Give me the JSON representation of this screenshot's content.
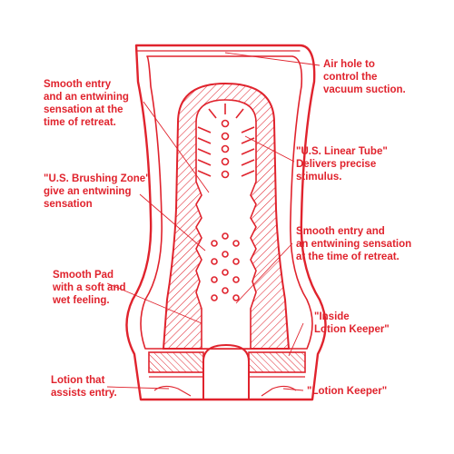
{
  "colors": {
    "ink": "#e0232d",
    "background": "#ffffff"
  },
  "labels": {
    "air_hole": "Air hole to\ncontrol the\nvacuum suction.",
    "smooth_entry_top": "Smooth entry\nand an entwining\nsensation at the\ntime of retreat.",
    "linear_tube": "\"U.S. Linear Tube\"\nDelivers precise\nstimulus.",
    "brushing_zone": "\"U.S. Brushing Zone\"\ngive an entwining\nsensation",
    "smooth_entry_right": "Smooth entry and\nan entwining sensation\nat the time of retreat.",
    "smooth_pad": "Smooth Pad\nwith a soft and\nwet feeling.",
    "inside_lotion_keeper": "\"Inside\nLotion Keeper\"",
    "lotion_assist": "Lotion that\nassists entry.",
    "lotion_keeper": "\"Lotion Keeper\""
  }
}
